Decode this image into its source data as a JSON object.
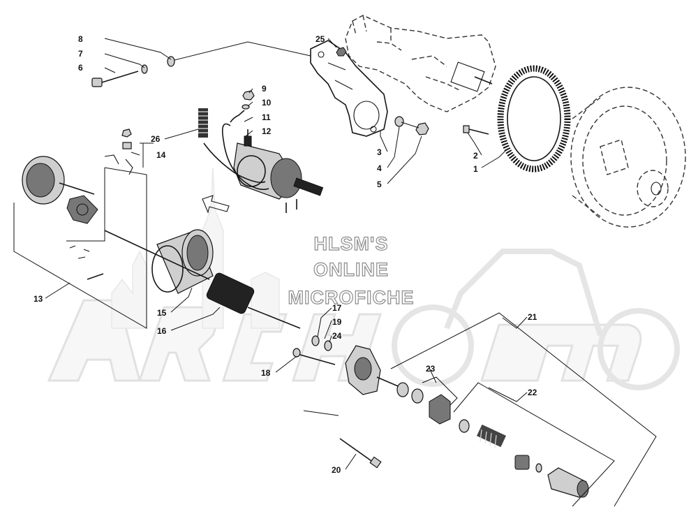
{
  "watermark": {
    "lines": [
      "HLSM'S",
      "ONLINE",
      "MICROFICHE"
    ],
    "brand_logo_text": "Arctic Cat"
  },
  "callouts": [
    "1",
    "2",
    "3",
    "4",
    "5",
    "6",
    "7",
    "8",
    "9",
    "10",
    "11",
    "12",
    "13",
    "14",
    "15",
    "16",
    "17",
    "18",
    "19",
    "20",
    "21",
    "22",
    "23",
    "24",
    "25",
    "26"
  ]
}
